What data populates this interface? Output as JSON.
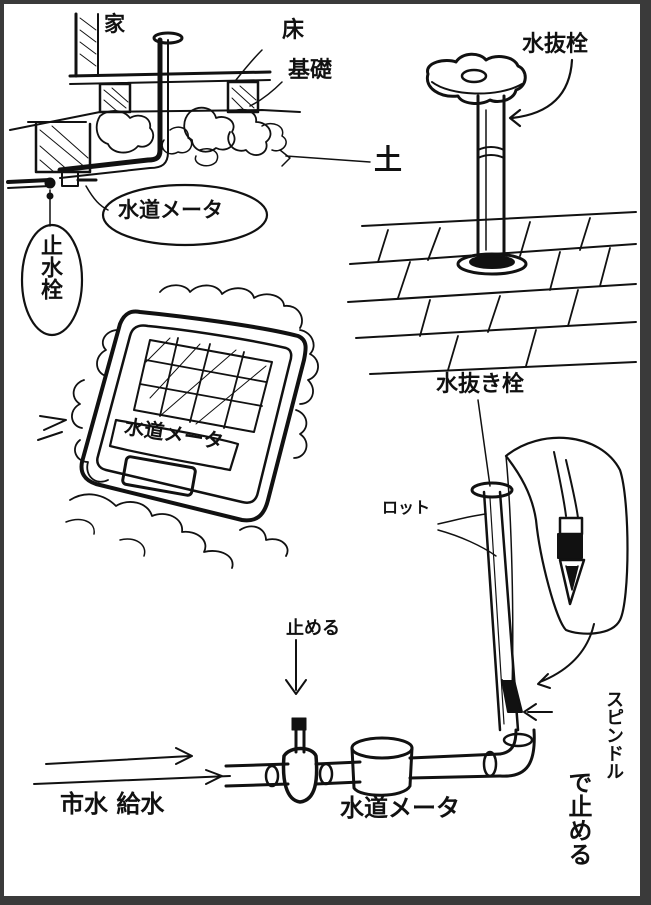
{
  "labels": {
    "house": "家",
    "floor": "床",
    "foundation": "基礎",
    "soil": "土",
    "water_meter_top": "水道メータ",
    "stopcock_vertical": "止水栓",
    "drain_faucet_top": "水抜栓",
    "meter_box": "水道メータ",
    "drain_faucet_mid": "水抜き栓",
    "rod": "ロット",
    "stop_here": "止める",
    "spindle": "スピンドル",
    "stop_by": "で止める",
    "city_water_supply": "市水 給水",
    "water_meter_bottom": "水道メータ"
  }
}
